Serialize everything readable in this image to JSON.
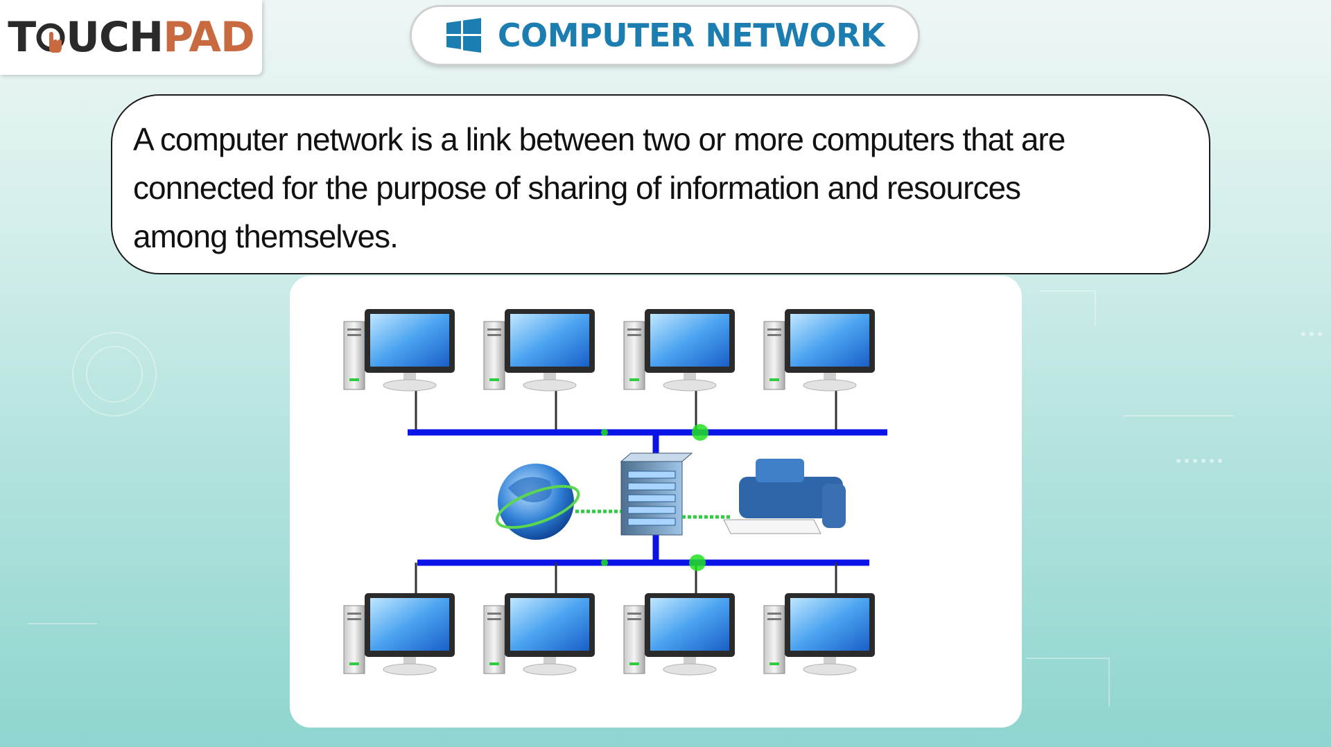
{
  "brand": {
    "logo_part1": "T",
    "logo_part2": "UCH",
    "logo_part3": "PAD"
  },
  "header": {
    "title": "COMPUTER NETWORK",
    "icon": "windows-logo-icon"
  },
  "definition": {
    "lines": [
      "A computer network is a link between two or more computers that are",
      "connected for the purpose of sharing of information and resources",
      "among themselves."
    ]
  },
  "diagram": {
    "devices": [
      "computer-icon",
      "server-icon",
      "globe-icon",
      "printer-icon"
    ],
    "computer_count_top": 4,
    "computer_count_bottom": 4
  },
  "colors": {
    "title_blue": "#1c7db0",
    "logo_orange": "#c8693f",
    "bus_blue": "#0a14e6",
    "link_green": "#22e022"
  }
}
